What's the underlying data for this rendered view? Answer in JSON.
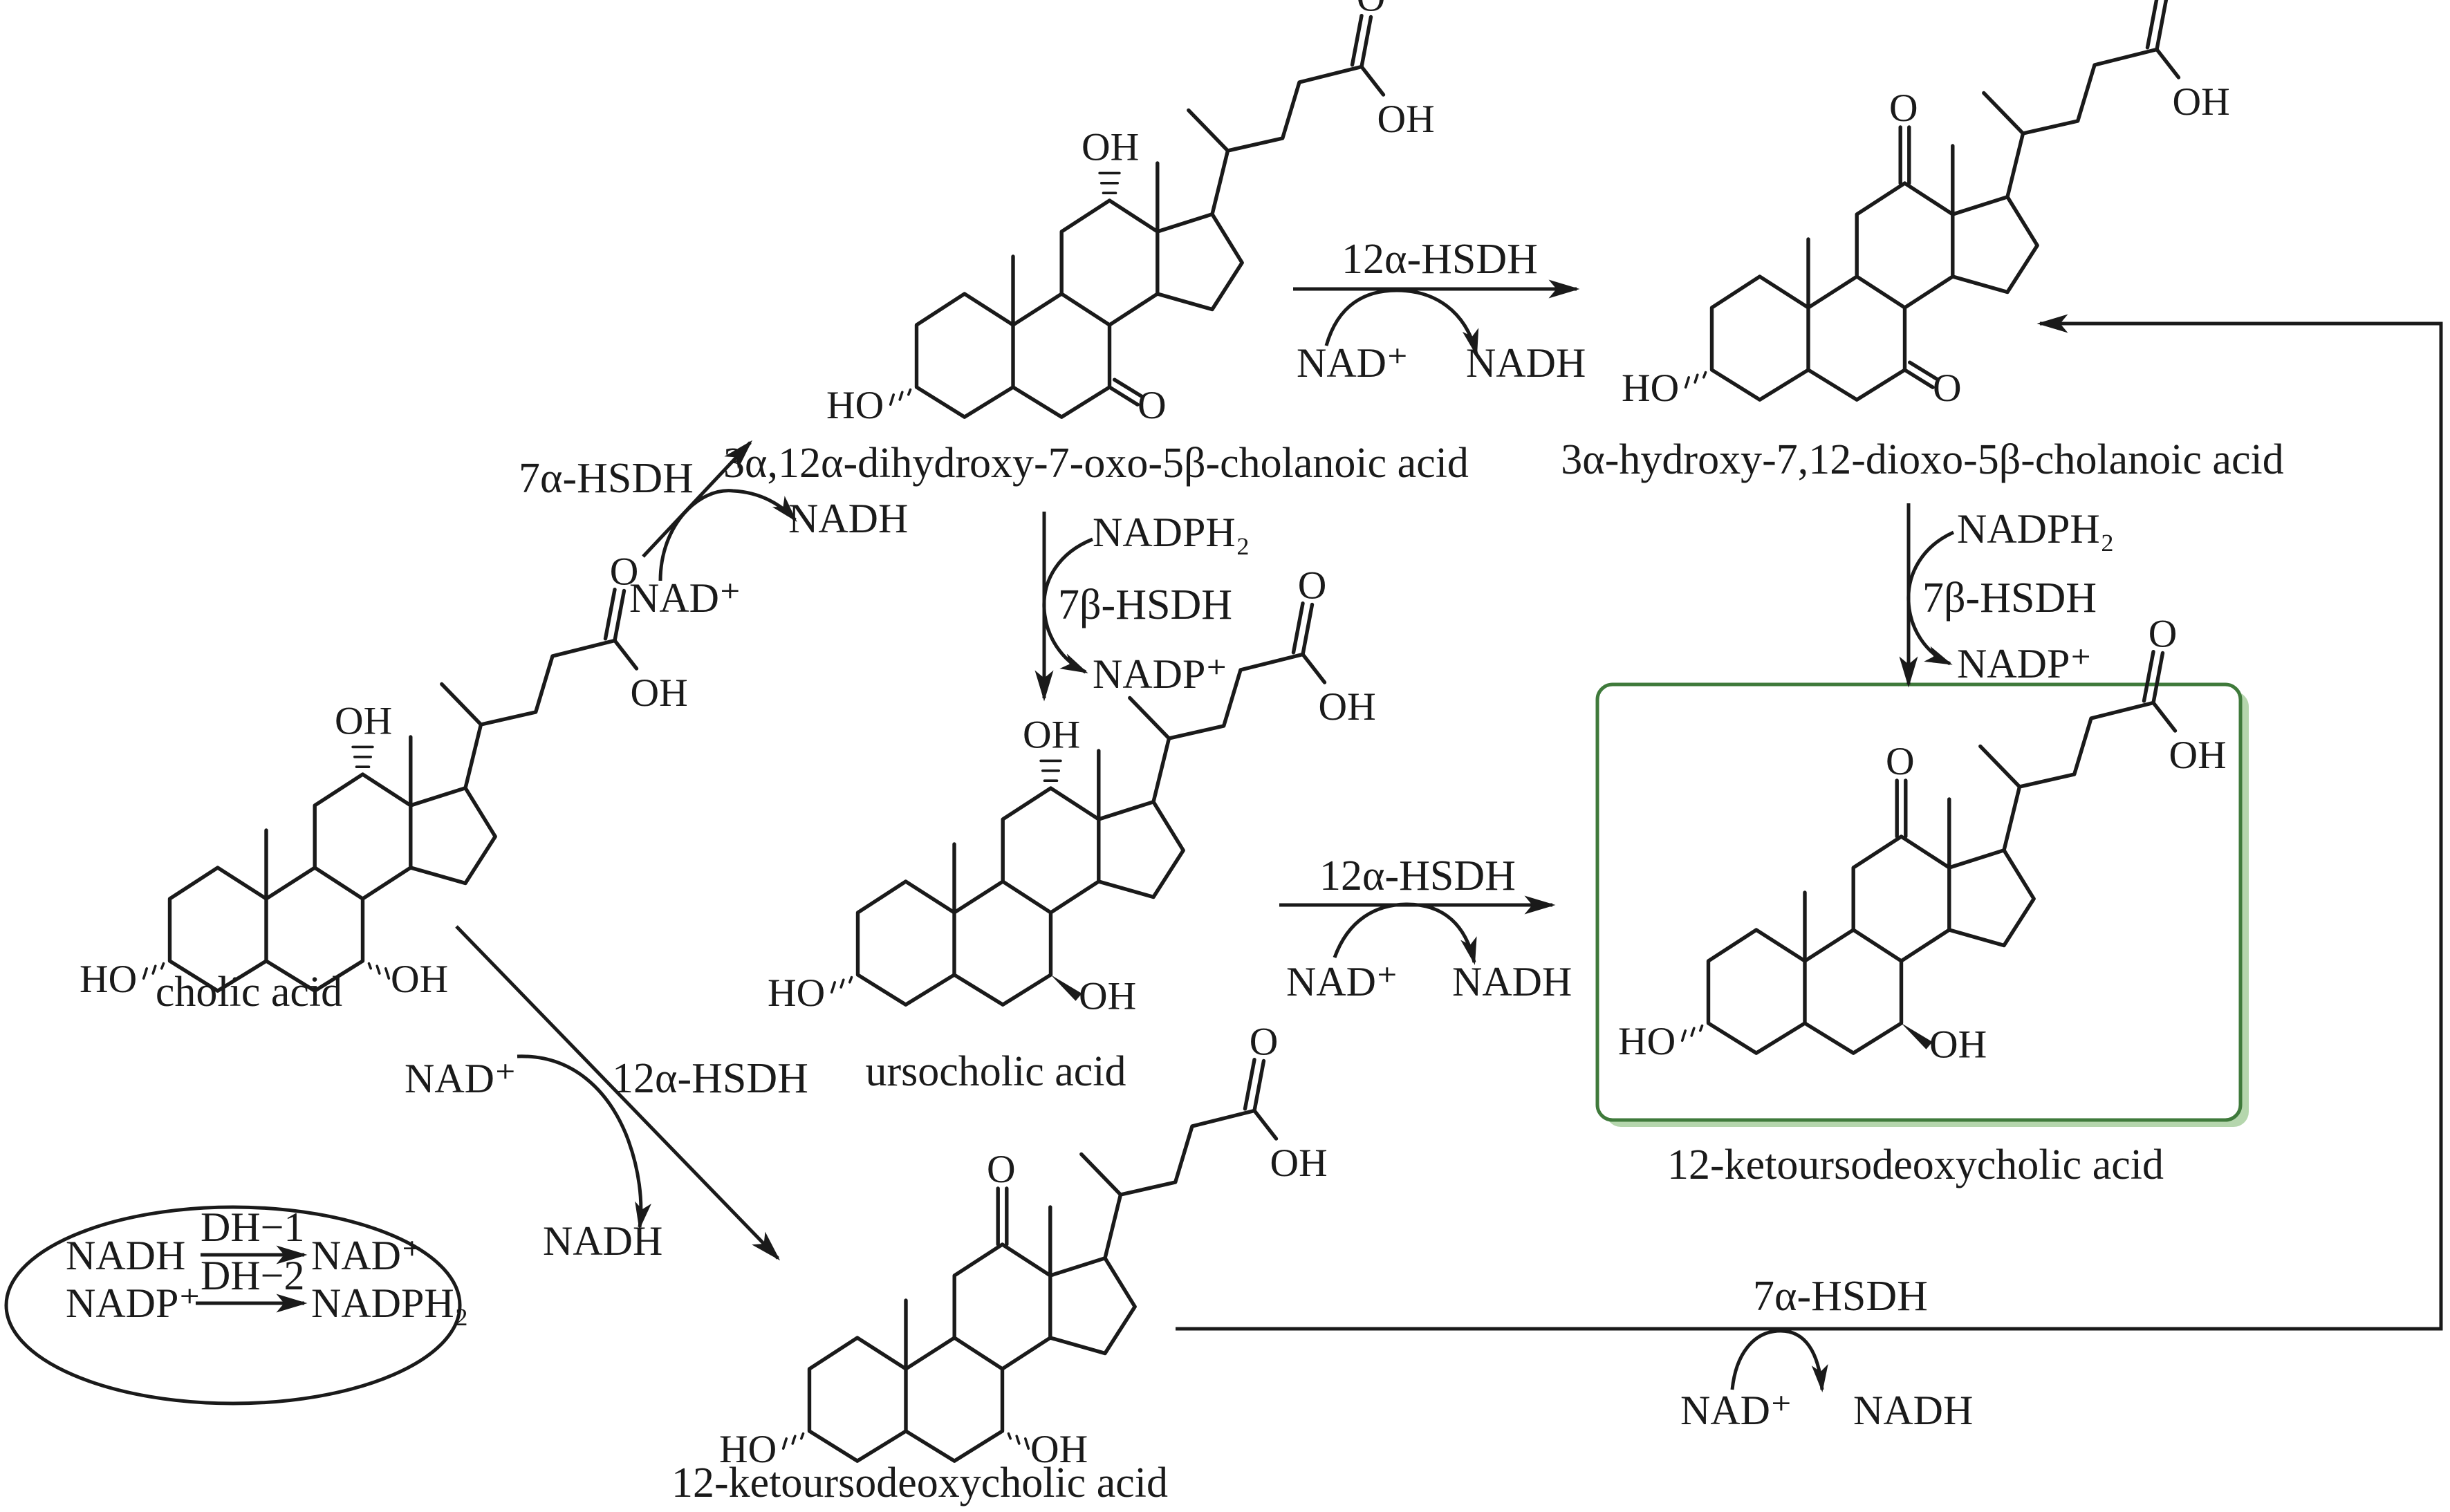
{
  "figure": {
    "title": "Enzymatic synthesis routes from cholic acid to 12-ketoursodeoxycholic acid",
    "highlight_color": "#3f7a3b",
    "highlight_shadow_color": "#b5d6ad",
    "ink_color": "#1a1a1a"
  },
  "compounds": [
    {
      "id": "cholic_acid",
      "name": "cholic acid",
      "substituents": {
        "C3": "HO (alpha)",
        "C7": "OH (alpha)",
        "C12": "OH (alpha)",
        "side_chain": "COOH"
      }
    },
    {
      "id": "oxo7",
      "name": "3α,12α-dihydroxy-7-oxo-5β-cholanoic acid",
      "substituents": {
        "C3": "HO (alpha)",
        "C7": "O (keto)",
        "C12": "OH (alpha)",
        "side_chain": "COOH"
      }
    },
    {
      "id": "dioxo",
      "name": "3α-hydroxy-7,12-dioxo-5β-cholanoic acid",
      "substituents": {
        "C3": "HO (alpha)",
        "C7": "O (keto)",
        "C12": "O (keto)",
        "side_chain": "COOH"
      }
    },
    {
      "id": "ursocholic",
      "name": "ursocholic acid",
      "substituents": {
        "C3": "HO (alpha)",
        "C7": "OH (beta)",
        "C12": "OH (alpha)",
        "side_chain": "COOH"
      }
    },
    {
      "id": "target",
      "name": "12-ketoursodeoxycholic acid",
      "highlighted": true,
      "substituents": {
        "C3": "HO (alpha)",
        "C7": "OH (beta)",
        "C12": "O (keto)",
        "side_chain": "COOH"
      }
    },
    {
      "id": "keto12",
      "name": "12-ketoursodeoxycholic acid",
      "substituents": {
        "C3": "HO (alpha)",
        "C7": "OH (alpha)",
        "C12": "O (keto)",
        "side_chain": "COOH"
      }
    }
  ],
  "atom_labels": {
    "oh": "OH",
    "ho": "HO",
    "o": "O"
  },
  "reactions": [
    {
      "id": "r1",
      "from": "cholic acid",
      "to": "3α,12α-dihydroxy-7-oxo-5β-cholanoic acid",
      "enzyme": "7α-HSDH",
      "cofactor_in": "NAD⁺",
      "cofactor_out": "NADH"
    },
    {
      "id": "r2",
      "from": "3α,12α-dihydroxy-7-oxo-5β-cholanoic acid",
      "to": "3α-hydroxy-7,12-dioxo-5β-cholanoic acid",
      "enzyme": "12α-HSDH",
      "cofactor_in": "NAD⁺",
      "cofactor_out": "NADH"
    },
    {
      "id": "r3",
      "from": "3α,12α-dihydroxy-7-oxo-5β-cholanoic acid",
      "to": "ursocholic acid",
      "enzyme": "7β-HSDH",
      "cofactor_in": "NADPH₂",
      "cofactor_out": "NADP⁺"
    },
    {
      "id": "r4",
      "from": "3α-hydroxy-7,12-dioxo-5β-cholanoic acid",
      "to": "12-ketoursodeoxycholic acid",
      "enzyme": "7β-HSDH",
      "cofactor_in": "NADPH₂",
      "cofactor_out": "NADP⁺"
    },
    {
      "id": "r5",
      "from": "ursocholic acid",
      "to": "12-ketoursodeoxycholic acid",
      "enzyme": "12α-HSDH",
      "cofactor_in": "NAD⁺",
      "cofactor_out": "NADH"
    },
    {
      "id": "r6",
      "from": "cholic acid",
      "to": "12-ketoursodeoxycholic acid (7α-OH)",
      "enzyme": "12α-HSDH",
      "cofactor_in": "NAD⁺",
      "cofactor_out": "NADH"
    },
    {
      "id": "r7",
      "from": "12-ketoursodeoxycholic acid (7α-OH)",
      "to": "3α-hydroxy-7,12-dioxo-5β-cholanoic acid",
      "enzyme": "7α-HSDH",
      "cofactor_in": "NAD⁺",
      "cofactor_out": "NADH"
    }
  ],
  "regeneration": {
    "rows": [
      {
        "substrate": "NADH",
        "enzyme": "DH−1",
        "product": "NAD⁺"
      },
      {
        "substrate": "NADP⁺",
        "enzyme": "DH−2",
        "product": "NADPH₂"
      }
    ]
  }
}
